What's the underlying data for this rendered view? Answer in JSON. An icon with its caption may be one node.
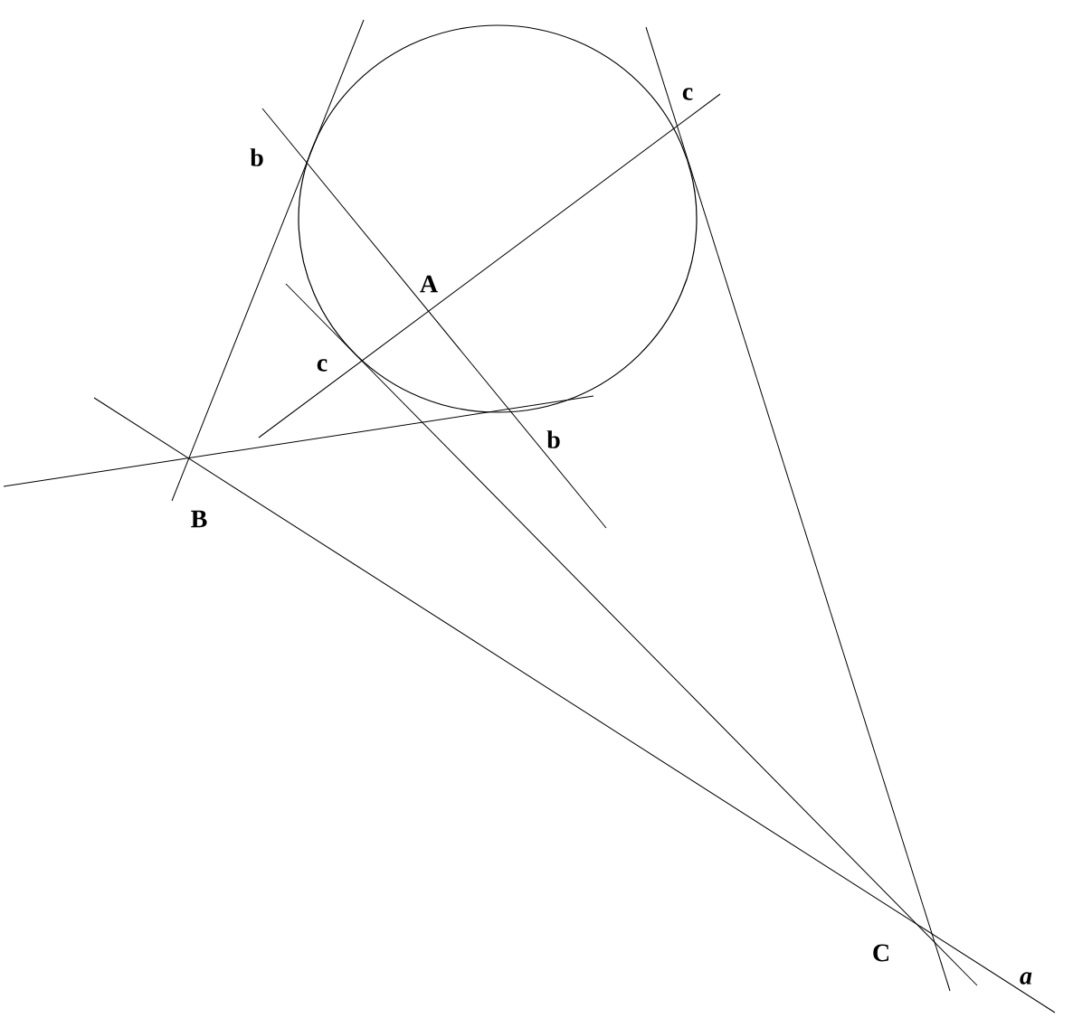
{
  "diagram": {
    "labels": [
      "c",
      "b",
      "A",
      "c",
      "b",
      "B",
      "C",
      "a"
    ]
  }
}
